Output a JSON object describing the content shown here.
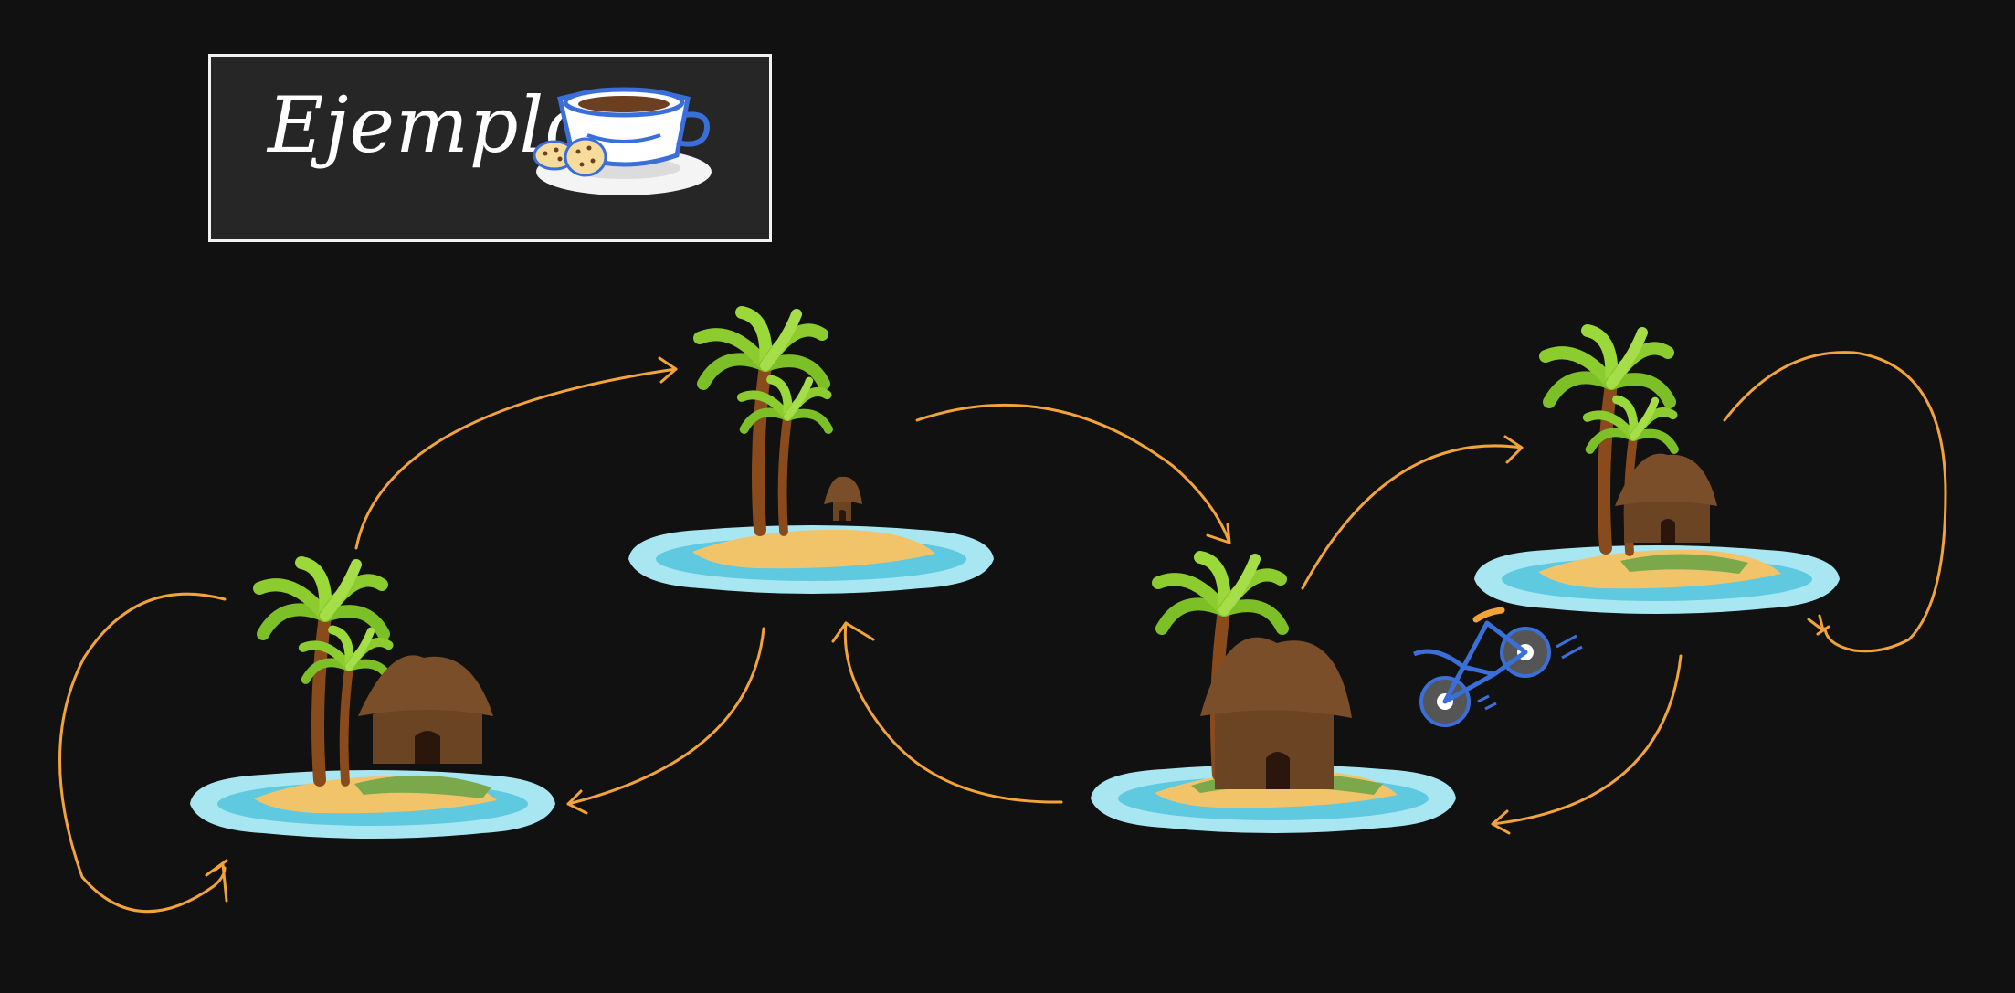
{
  "title": {
    "text": "Ejemplo:",
    "icon": "coffee-cup-with-cookies-icon"
  },
  "islands": [
    {
      "id": "island-1",
      "icon": "island-palms-large-hut-icon"
    },
    {
      "id": "island-2",
      "icon": "island-palms-small-hut-icon"
    },
    {
      "id": "island-3",
      "icon": "island-palm-big-hut-icon"
    },
    {
      "id": "island-4",
      "icon": "island-palms-hut-icon"
    }
  ],
  "vehicle": {
    "icon": "bicycle-icon"
  },
  "colors": {
    "background": "#111111",
    "arrow": "#f2a33a",
    "water_light": "#a8e6f2",
    "water": "#5fc9e0",
    "sand": "#f1c46a",
    "palm_leaf": "#8ccc2e",
    "trunk": "#8a4b1c",
    "hut": "#6b4423",
    "bicycle": "#3a6fd9"
  }
}
